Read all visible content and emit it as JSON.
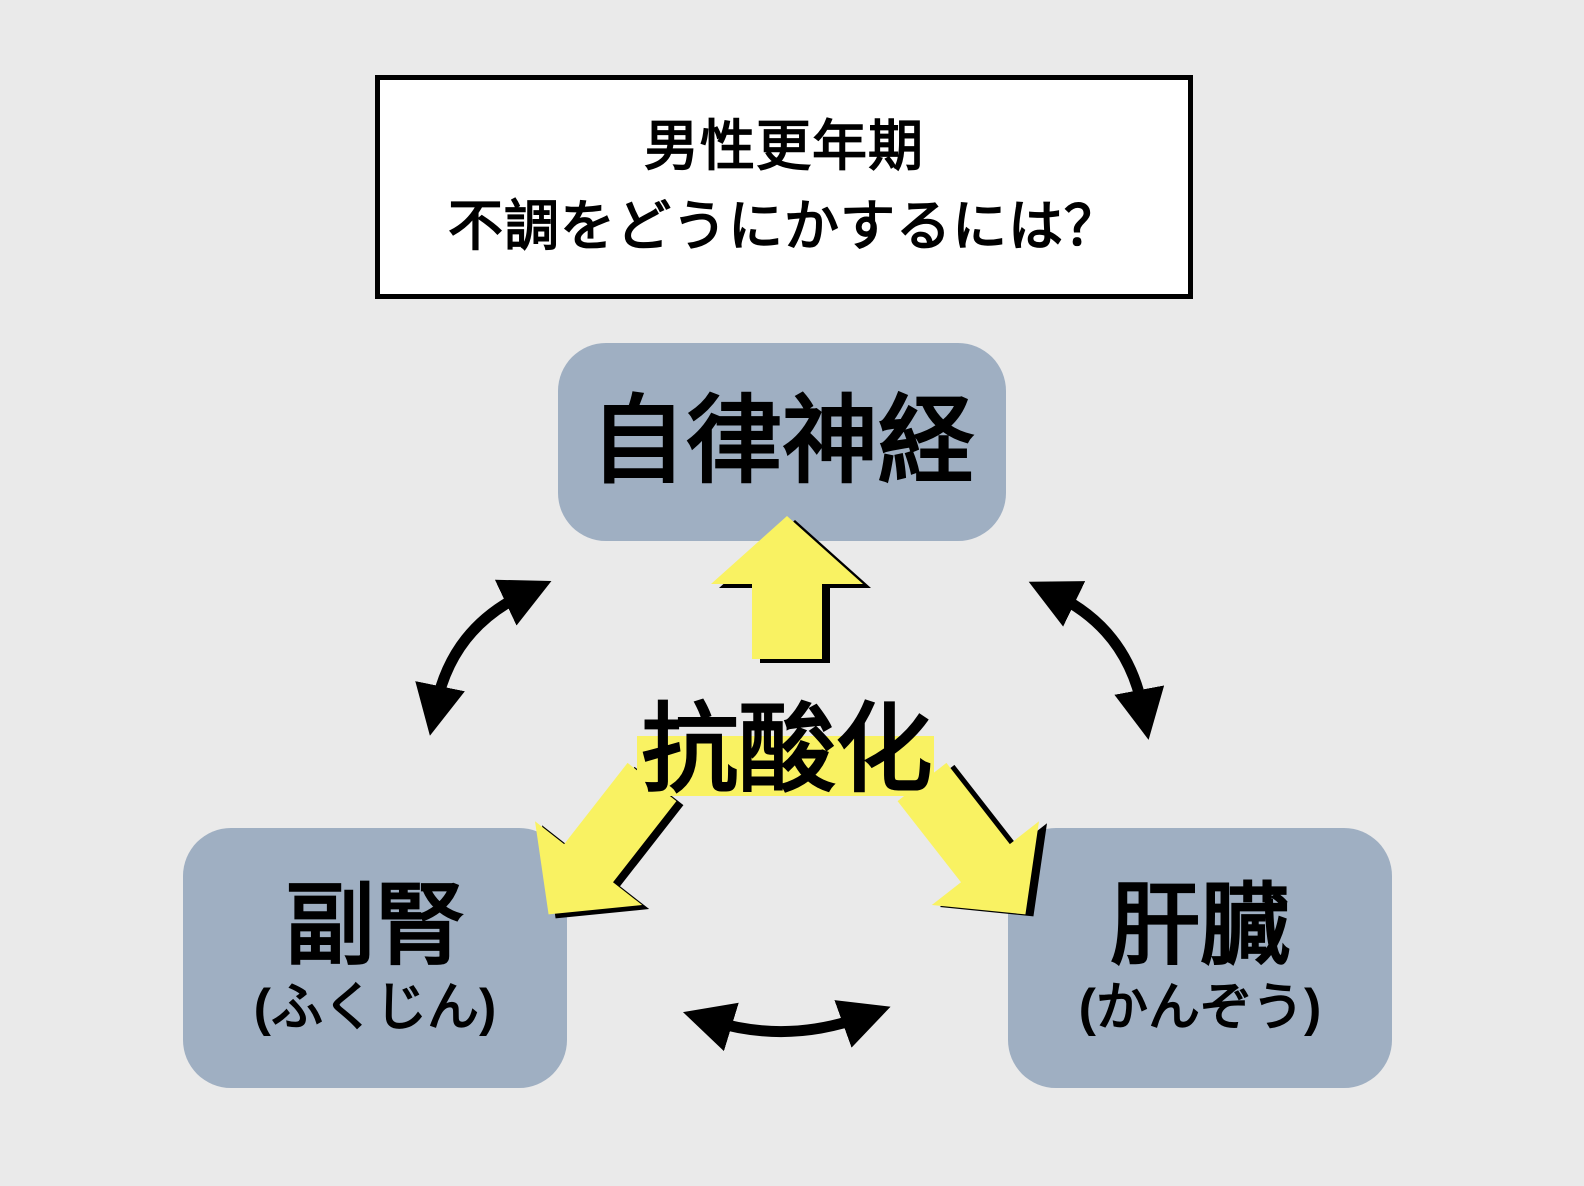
{
  "canvas": {
    "background": "#eaeaea"
  },
  "colors": {
    "node_fill": "#9fafc2",
    "yellow": "#f9f262",
    "highlight": "#f9f262",
    "black": "#000000",
    "title_background": "#ffffff",
    "title_border": "#000000"
  },
  "title": {
    "line1": "男性更年期",
    "line2": "不調をどうにかするには？"
  },
  "center": {
    "label": "抗酸化"
  },
  "nodes": {
    "autonomic": {
      "label": "自律神経"
    },
    "adrenal": {
      "label": "副腎",
      "reading": "(ふくじん)"
    },
    "liver": {
      "label": "肝臓",
      "reading": "(かんぞう)"
    }
  }
}
